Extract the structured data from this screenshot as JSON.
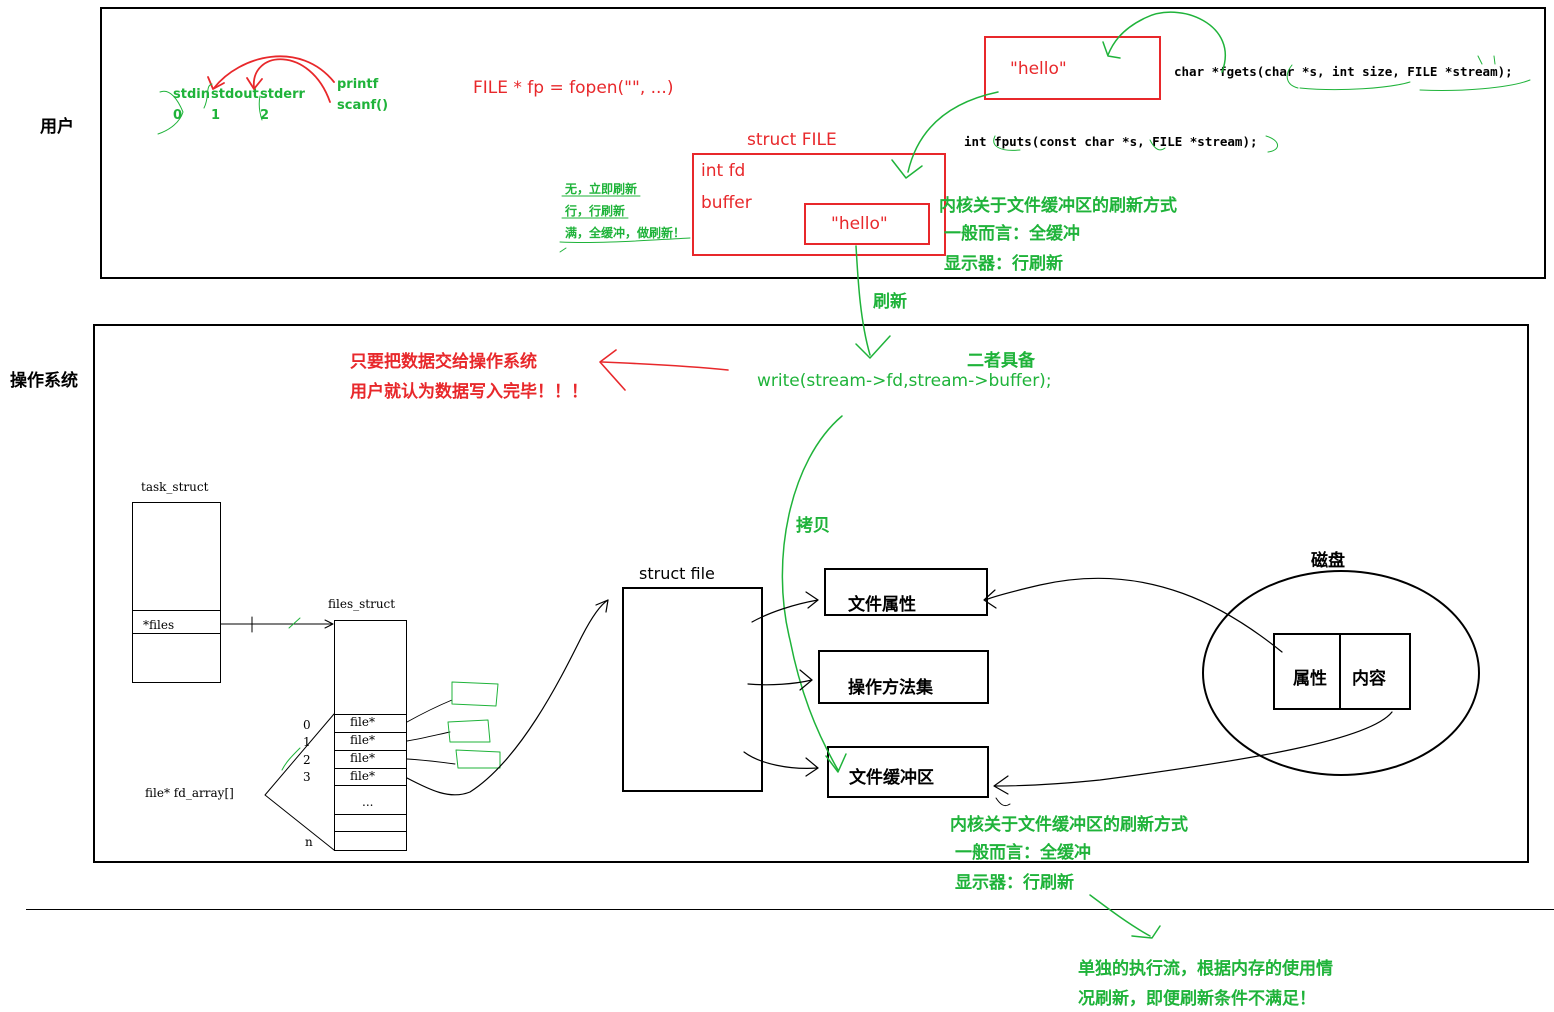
{
  "layers": {
    "user": "用户",
    "os": "操作系统"
  },
  "user_section": {
    "std_streams": {
      "stdin": "stdin",
      "stdout": "stdout",
      "stderr": "stderr",
      "fd0": "0",
      "fd1": "1",
      "fd2": "2"
    },
    "funcs": {
      "printf": "printf",
      "scanf": "scanf()"
    },
    "fopen": "FILE * fp = fopen(\"\", ...)",
    "hello_top": "\"hello\"",
    "fgets_sig": "char *fgets(char *s, int size, FILE *stream);",
    "fputs_sig": "int fputs(const char *s, FILE *stream);",
    "struct_FILE_label": "struct FILE",
    "int_fd": "int fd",
    "buffer": "buffer",
    "hello_buffer": "\"hello\"",
    "flush_modes": [
      "无，立即刷新",
      "行，行刷新",
      "满，全缓冲，做刷新！"
    ],
    "kernel_note": [
      "内核关于文件缓冲区的刷新方式",
      "一般而言：全缓冲",
      "显示器：行刷新"
    ]
  },
  "flush_label": "刷新",
  "os_section": {
    "red_note": [
      "只要把数据交给操作系统",
      "用户就认为数据写入完毕！！！"
    ],
    "both_ready": "二者具备",
    "write_call": "write(stream->fd,stream->buffer);",
    "copy_label": "拷贝",
    "task_struct": "task_struct",
    "files_ptr": "*files",
    "files_struct": "files_struct",
    "fd_entries": [
      "file*",
      "file*",
      "file*",
      "file*"
    ],
    "fd_indices": [
      "0",
      "1",
      "2",
      "3",
      "n"
    ],
    "ellipsis": "...",
    "fd_array": "file* fd_array[]",
    "struct_file": "struct file",
    "file_attrs": "文件属性",
    "ops_set": "操作方法集",
    "file_buffer": "文件缓冲区",
    "disk": "磁盘",
    "disk_attr": "属性",
    "disk_content": "内容"
  },
  "kernel_note_bottom": [
    "内核关于文件缓冲区的刷新方式",
    "一般而言：全缓冲",
    "显示器：行刷新"
  ],
  "bottom_note": [
    "单独的执行流，根据内存的使用情",
    "况刷新，即便刷新条件不满足！"
  ],
  "colors": {
    "green": "#1fb33a",
    "red": "#e8282b",
    "black": "#000000"
  }
}
